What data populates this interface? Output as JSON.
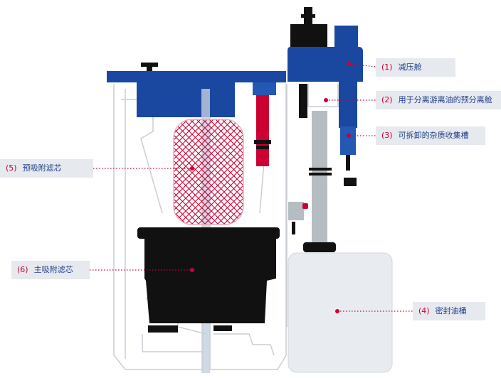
{
  "callouts": [
    {
      "id": "c1",
      "num": "(1)",
      "text": "减压舱"
    },
    {
      "id": "c2",
      "num": "(2)",
      "text": "用于分离游离油的预分离舱"
    },
    {
      "id": "c3",
      "num": "(3)",
      "text": "可拆卸的杂质收集槽"
    },
    {
      "id": "c4",
      "num": "(4)",
      "text": "密封油桶"
    },
    {
      "id": "c5",
      "num": "(5)",
      "text": "预吸附滤芯"
    },
    {
      "id": "c6",
      "num": "(6)",
      "text": "主吸附滤芯"
    }
  ],
  "colors": {
    "blue": "#1a47a0",
    "red": "#cc0033",
    "black": "#111111",
    "grey": "#b5bcc2",
    "light": "#e8ecf0"
  }
}
